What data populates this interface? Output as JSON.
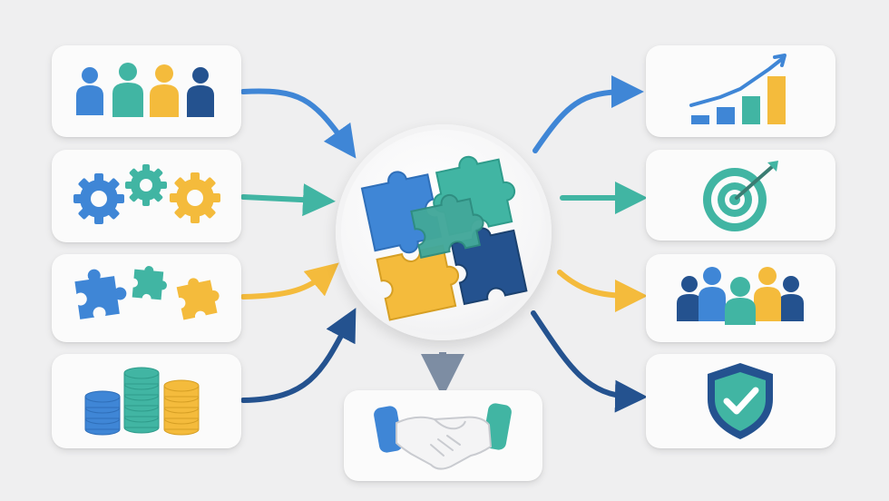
{
  "colors": {
    "blue": "#3f86d6",
    "teal": "#41b5a3",
    "yellow": "#f4bb3c",
    "navy": "#24528f",
    "background": "#efeff0",
    "card": "#fbfbfb"
  },
  "inputs": [
    {
      "icon": "people-group-icon",
      "arrow_color": "blue"
    },
    {
      "icon": "gears-icon",
      "arrow_color": "teal"
    },
    {
      "icon": "puzzle-pieces-icon",
      "arrow_color": "yellow"
    },
    {
      "icon": "coin-stacks-icon",
      "arrow_color": "navy"
    }
  ],
  "hub": {
    "icon": "puzzle-cluster-icon"
  },
  "outputs": [
    {
      "icon": "growth-chart-icon",
      "arrow_color": "blue"
    },
    {
      "icon": "target-icon",
      "arrow_color": "teal"
    },
    {
      "icon": "team-icon",
      "arrow_color": "yellow"
    },
    {
      "icon": "shield-check-icon",
      "arrow_color": "navy"
    }
  ],
  "bottom": {
    "icon": "handshake-icon",
    "arrow_color": "slate"
  }
}
